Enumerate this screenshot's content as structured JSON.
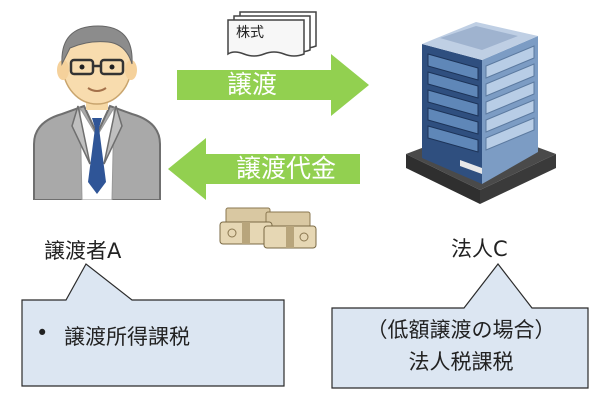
{
  "document_label": "株式",
  "arrow_transfer_label": "譲渡",
  "arrow_payment_label": "譲渡代金",
  "transferor_label": "譲渡者A",
  "company_label": "法人C",
  "callout_left": {
    "bullet": "•",
    "text": "譲渡所得課税"
  },
  "callout_right": {
    "line1": "（低額譲渡の場合）",
    "line2": "法人税課税"
  },
  "colors": {
    "arrow_green": "#92d050",
    "callout_fill": "#dce6f2",
    "callout_stroke": "#2b2b2b"
  }
}
